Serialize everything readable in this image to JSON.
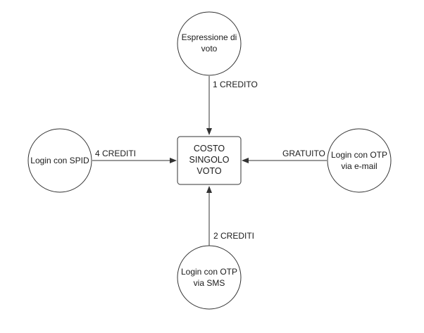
{
  "diagram": {
    "center": {
      "lines": [
        "COSTO",
        "SINGOLO",
        "VOTO"
      ]
    },
    "nodes": {
      "top": {
        "lines": [
          "Espressione di",
          "voto"
        ]
      },
      "left": {
        "lines": [
          "Login con SPID"
        ]
      },
      "right": {
        "lines": [
          "Login con OTP",
          "via e-mail"
        ]
      },
      "bottom": {
        "lines": [
          "Login con OTP",
          "via SMS"
        ]
      }
    },
    "edges": {
      "top": {
        "label": "1 CREDITO"
      },
      "left": {
        "label": "4 CREDITI"
      },
      "right": {
        "label": "GRATUITO"
      },
      "bottom": {
        "label": "2 CREDITI"
      }
    },
    "colors": {
      "stroke": "#333333",
      "text": "#1a1a1a",
      "background": "#ffffff"
    }
  }
}
